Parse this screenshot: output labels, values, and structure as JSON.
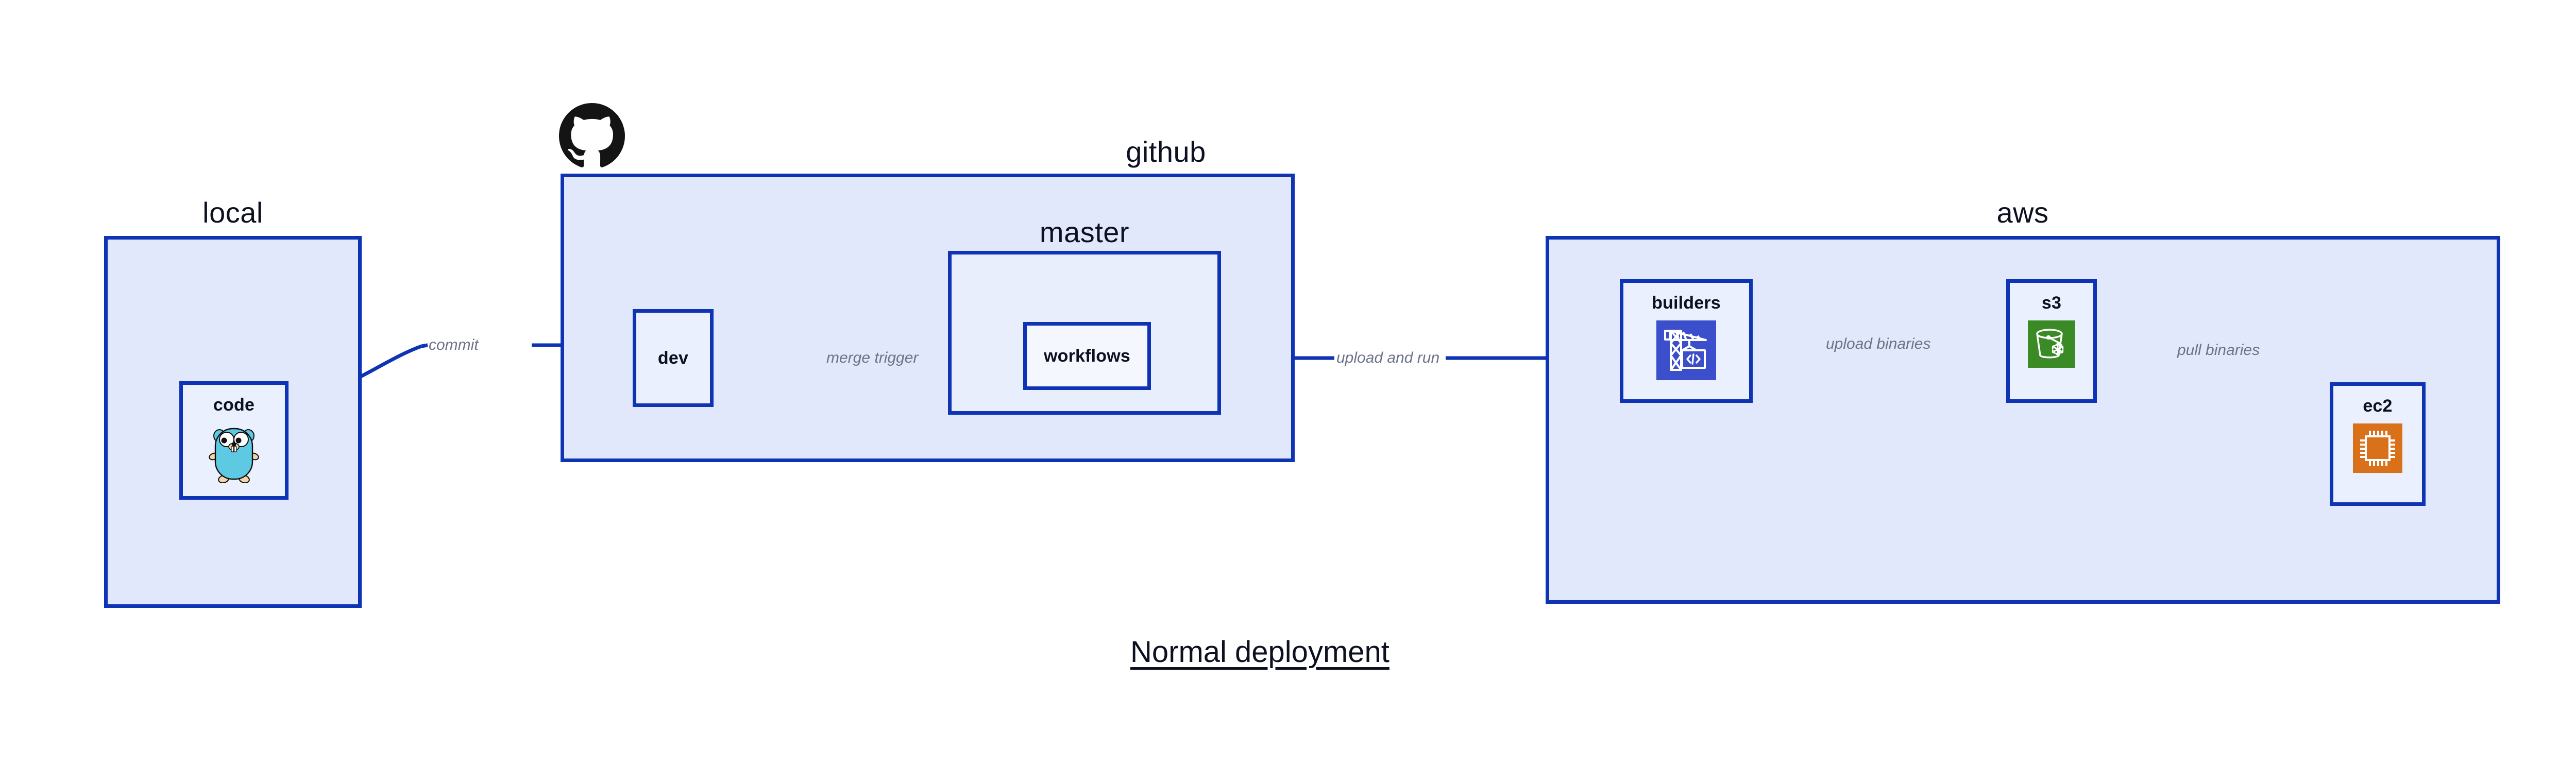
{
  "diagram": {
    "title": "Normal deployment",
    "accent_color": "#0f33b5",
    "zone_fill": "#e2e8fb",
    "node_fill": "#eaf0fd",
    "label_color": "#6c7389"
  },
  "zones": [
    {
      "id": "local",
      "label": "local"
    },
    {
      "id": "github",
      "label": "github"
    },
    {
      "id": "aws",
      "label": "aws"
    }
  ],
  "subzones": [
    {
      "id": "master",
      "label": "master"
    }
  ],
  "nodes": [
    {
      "id": "code",
      "label": "code",
      "icon": "go-gopher-icon"
    },
    {
      "id": "dev",
      "label": "dev",
      "icon": "none"
    },
    {
      "id": "workflows",
      "label": "workflows",
      "icon": "none"
    },
    {
      "id": "builders",
      "label": "builders",
      "icon": "aws-builders-crane-icon"
    },
    {
      "id": "s3",
      "label": "s3",
      "icon": "aws-s3-bucket-icon"
    },
    {
      "id": "ec2",
      "label": "ec2",
      "icon": "aws-ec2-chip-icon"
    }
  ],
  "edges": [
    {
      "id": "commit",
      "from": "code",
      "to": "dev",
      "label": "commit"
    },
    {
      "id": "merge-trigger",
      "from": "dev",
      "to": "workflows",
      "label": "merge trigger"
    },
    {
      "id": "upload-and-run",
      "from": "workflows",
      "to": "builders",
      "label": "upload and run"
    },
    {
      "id": "upload-binaries",
      "from": "builders",
      "to": "s3",
      "label": "upload binaries"
    },
    {
      "id": "pull-binaries",
      "from": "s3",
      "to": "ec2",
      "label": "pull binaries"
    }
  ],
  "brand_icons": [
    {
      "id": "github-octocat",
      "name": "github-octocat-icon"
    }
  ],
  "icon_colors": {
    "builders_tile": "#3b4ecc",
    "s3_tile": "#3a8a26",
    "ec2_tile": "#d9701a",
    "gopher_body": "#5dc9e2",
    "gopher_limb": "#f5d6a8",
    "octocat": "#141414"
  }
}
